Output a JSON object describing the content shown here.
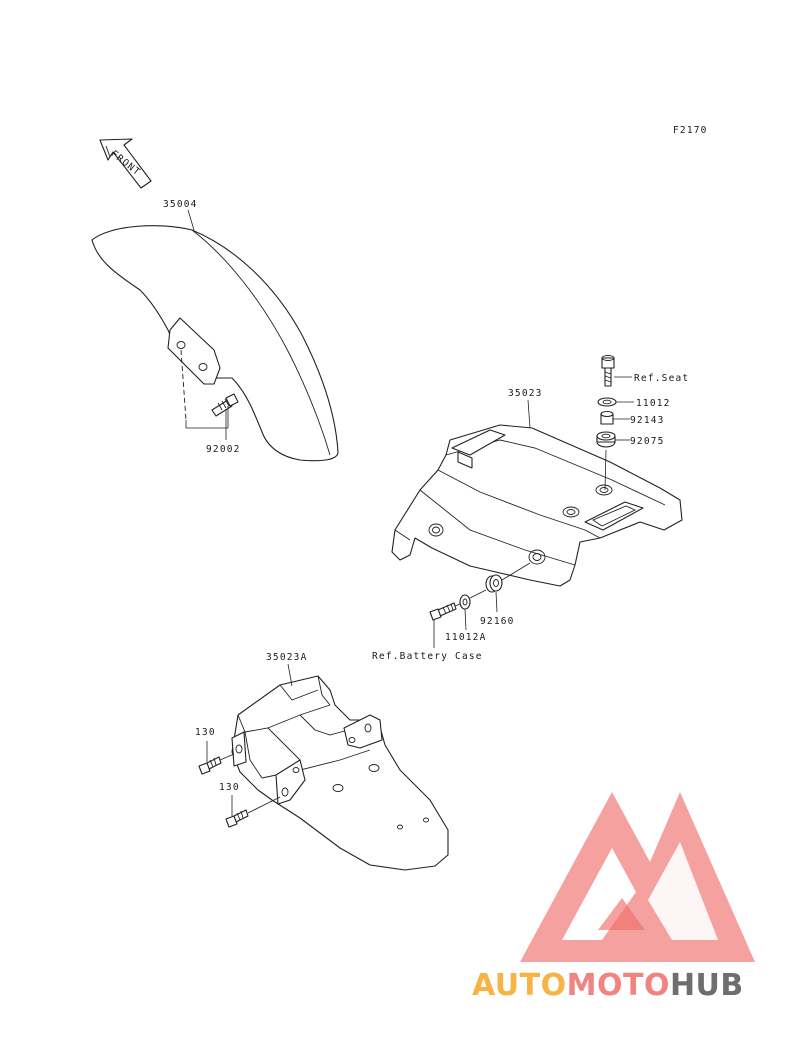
{
  "figure_code": "F2170",
  "front_label": "FRONT",
  "parts": {
    "front_fender": "35004",
    "front_fender_bolt": "92002",
    "rear_fender_front": "35023",
    "bolt_upper": "Ref.Seat",
    "washer_upper": "11012",
    "collar": "92143",
    "grommet_upper": "92075",
    "grommet_side": "92160",
    "washer_side": "11012A",
    "bolt_side": "Ref.Battery Case",
    "rear_fender_rear": "35023A",
    "bolt_rear_a": "130",
    "bolt_rear_b": "130"
  },
  "watermark": {
    "part1": "AUTO",
    "part2": "MOTO",
    "part3": "HUB",
    "colors": {
      "orange": "#f6a623",
      "red": "#ef6f6c",
      "dark": "#555555"
    }
  }
}
